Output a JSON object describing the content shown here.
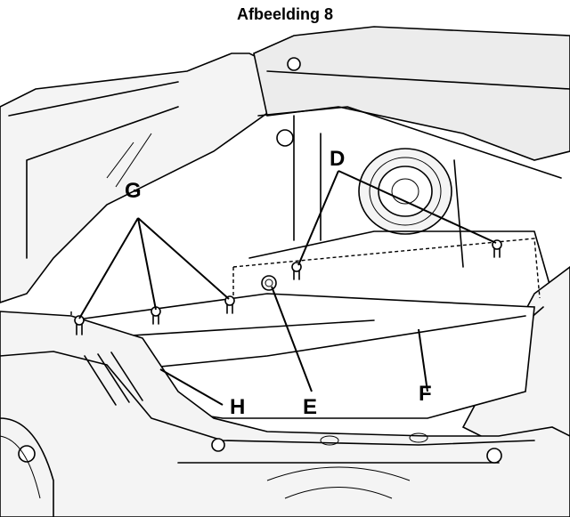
{
  "figure": {
    "title": "Afbeelding 8"
  },
  "callouts": {
    "G": "G",
    "D": "D",
    "E": "E",
    "F": "F",
    "H": "H"
  }
}
